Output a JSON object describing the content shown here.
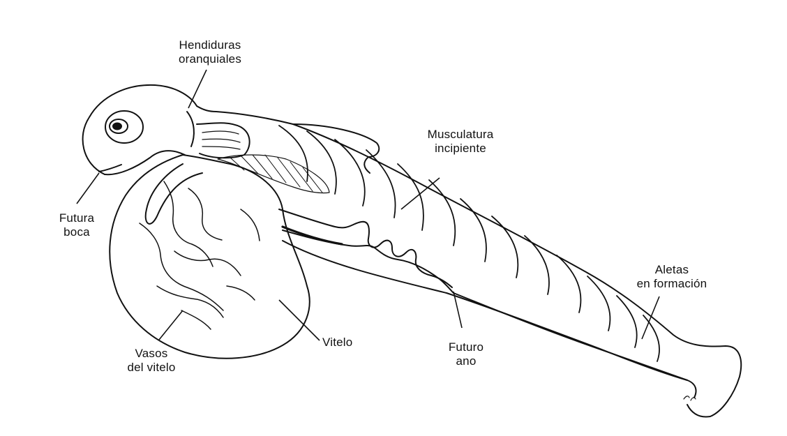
{
  "labels": {
    "hendiduras": [
      "Hendiduras",
      "oranquiales"
    ],
    "musculatura": [
      "Musculatura",
      "incipiente"
    ],
    "boca": [
      "Futura",
      "boca"
    ],
    "aletas": [
      "Aletas",
      "en formación"
    ],
    "vitelo": [
      "Vitelo"
    ],
    "ano": [
      "Futuro",
      "ano"
    ],
    "vasos": [
      "Vasos",
      "del vitelo"
    ]
  },
  "colors": {
    "ink": "#111111",
    "background": "#ffffff"
  }
}
